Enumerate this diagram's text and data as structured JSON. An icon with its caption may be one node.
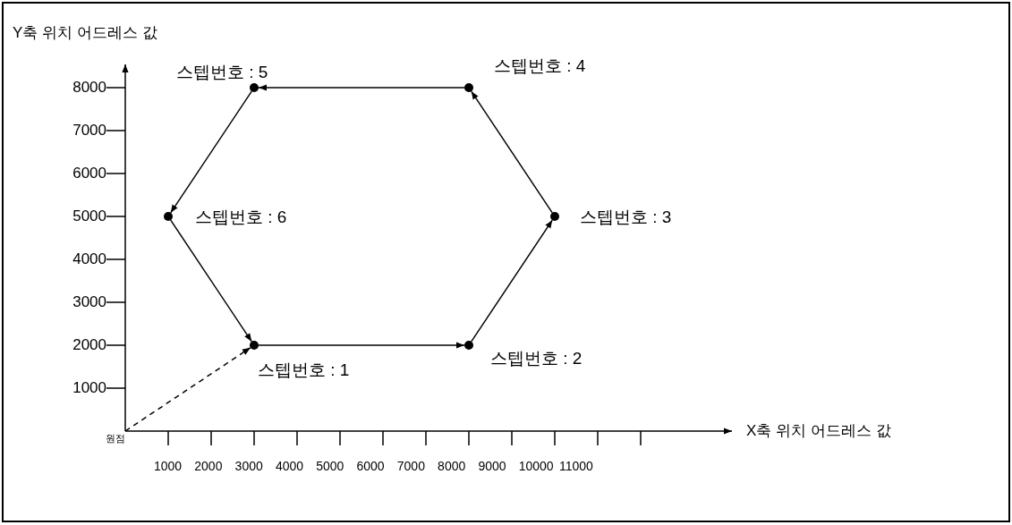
{
  "diagram": {
    "nodes": [
      {
        "text": [],
        "shape": "circle",
        "beside": [
          "스텝번호 : 1"
        ]
      },
      {
        "text": [],
        "shape": "circle",
        "beside": [
          "스텝번호 : 2"
        ]
      },
      {
        "text": [],
        "shape": "circle",
        "beside": [
          "스텝번호 : 3"
        ]
      },
      {
        "text": [],
        "shape": "circle",
        "beside": [
          "스텝번호 : 4"
        ]
      },
      {
        "text": [],
        "shape": "circle",
        "beside": [
          "스텝번호 : 5"
        ]
      },
      {
        "text": [],
        "shape": "circle",
        "beside": [
          "스텝번호 : 6"
        ]
      },
      {
        "text": [
          "원점"
        ]
      }
    ],
    "edges": [
      {
        "from": 6,
        "to": 0,
        "arrow": "to",
        "style": "dashed"
      },
      {
        "from": 0,
        "to": 1,
        "arrow": "to"
      },
      {
        "from": 1,
        "to": 2,
        "arrow": "to"
      },
      {
        "from": 2,
        "to": 3,
        "arrow": "to"
      },
      {
        "from": 3,
        "to": 4,
        "arrow": "to"
      },
      {
        "from": 4,
        "to": 5,
        "arrow": "to"
      },
      {
        "from": 5,
        "to": 0,
        "arrow": "to"
      }
    ],
    "labels": [
      "Y축 위치 어드레스 값",
      "8000",
      "7000",
      "6000",
      "5000",
      "4000",
      "3000",
      "2000",
      "1000",
      "1000",
      "2000",
      "3000",
      "4000",
      "5000",
      "6000",
      "7000",
      "8000",
      "9000",
      "10000",
      "11000",
      "X축 위치 어드레스 값"
    ]
  }
}
